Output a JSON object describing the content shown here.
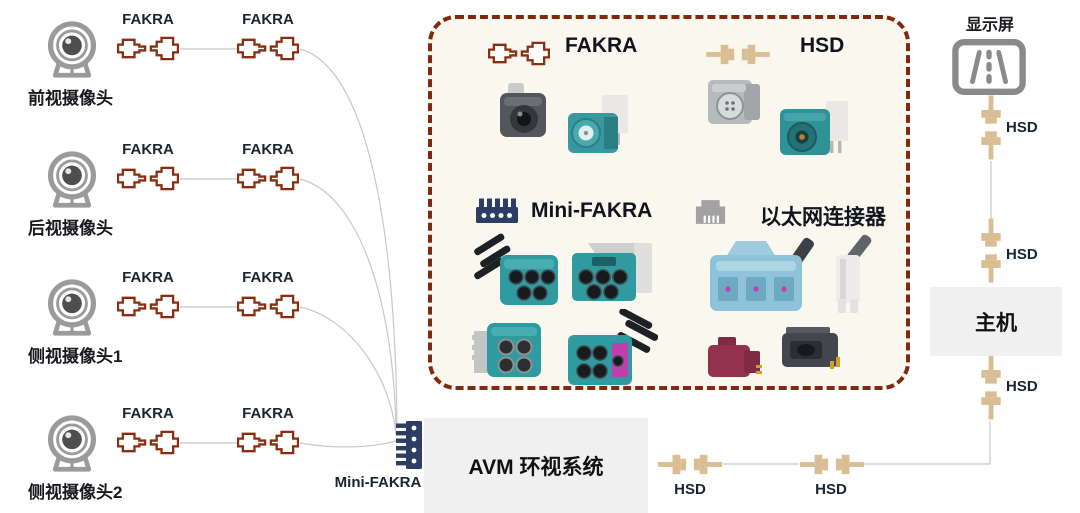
{
  "palette": {
    "fakra_outline": "#8a2e12",
    "hsd_fill": "#d9bd93",
    "mini_fakra_navy": "#2d3d63",
    "legend_border": "#7e2a10",
    "legend_background": "#faf7ef",
    "box_background": "#f0f0f0",
    "wire_gray": "#c8c8c8",
    "icon_gray": "#9a9a9a",
    "teal_product": "#2f9ba0",
    "text_dark": "#14181f"
  },
  "cameras": [
    {
      "label": "前视摄像头",
      "connector1": "FAKRA",
      "connector2": "FAKRA"
    },
    {
      "label": "后视摄像头",
      "connector1": "FAKRA",
      "connector2": "FAKRA"
    },
    {
      "label": "侧视摄像头1",
      "connector1": "FAKRA",
      "connector2": "FAKRA"
    },
    {
      "label": "侧视摄像头2",
      "connector1": "FAKRA",
      "connector2": "FAKRA"
    }
  ],
  "hub": {
    "mini_fakra_label": "Mini-FAKRA",
    "avm_label": "AVM 环视系统",
    "hsd_label_left": "HSD",
    "hsd_label_right": "HSD"
  },
  "legend": {
    "fakra_label": "FAKRA",
    "hsd_label": "HSD",
    "mini_fakra_label": "Mini-FAKRA",
    "ethernet_label": "以太网连接器"
  },
  "display_chain": {
    "display_label": "显示屏",
    "hsd_label_top": "HSD",
    "hsd_label_middle": "HSD",
    "host_label": "主机",
    "hsd_label_bottom": "HSD"
  }
}
